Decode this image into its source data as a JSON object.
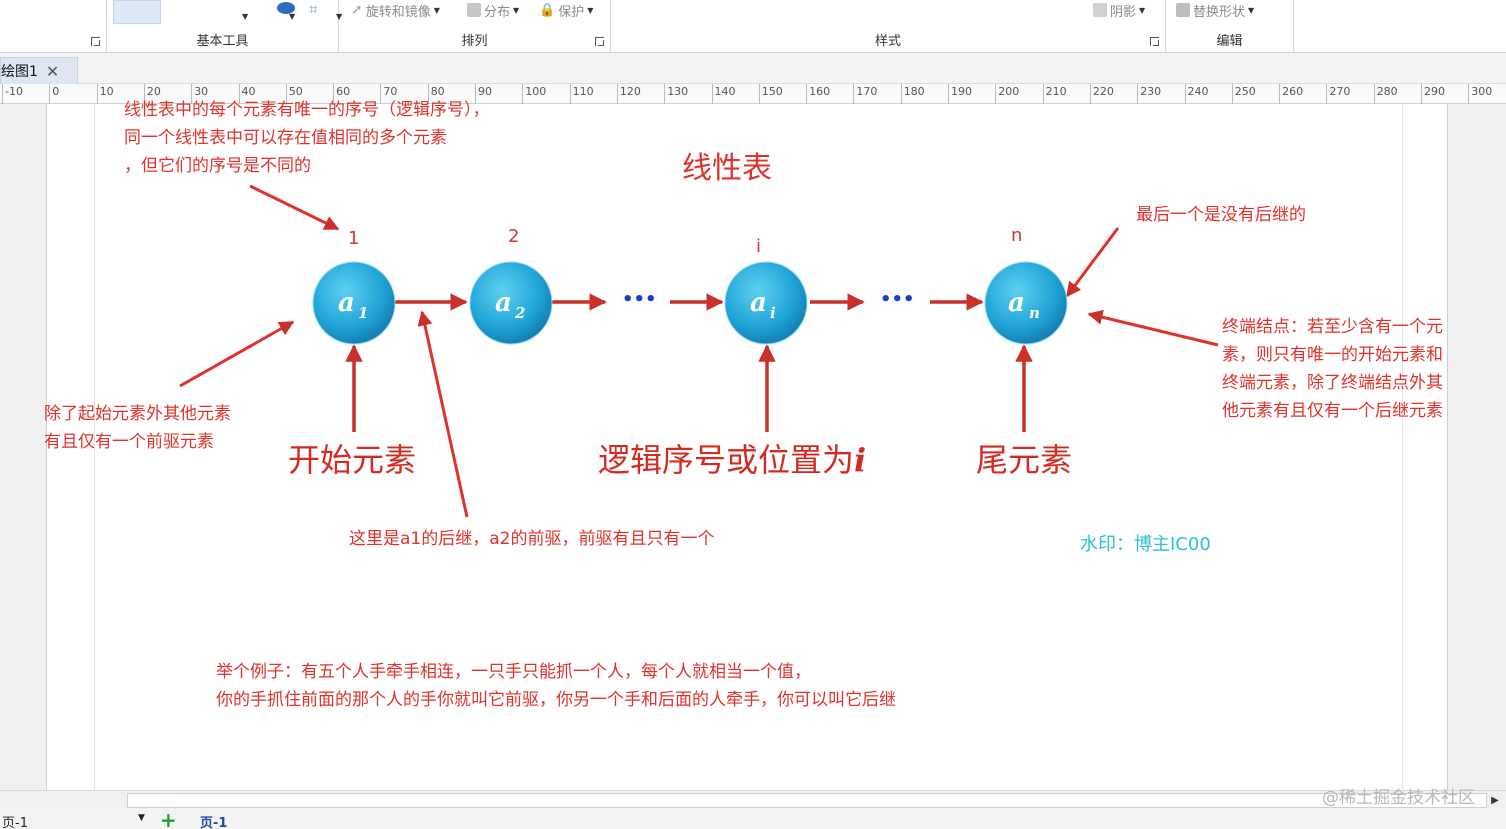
{
  "ribbon": {
    "groups": [
      {
        "label": "基本工具"
      },
      {
        "label": "排列"
      },
      {
        "label": "样式"
      },
      {
        "label": "编辑"
      }
    ],
    "buttons": {
      "rotate": "旋转和镜像",
      "distribute": "分布",
      "protect": "保护",
      "shadow": "阴影",
      "replace_shape": "替换形状"
    }
  },
  "tabs": {
    "document": "绘图1"
  },
  "ruler": {
    "labels": [
      "-10",
      "0",
      "10",
      "20",
      "30",
      "40",
      "50",
      "60",
      "70",
      "80",
      "90",
      "100",
      "110",
      "120",
      "130",
      "140",
      "150",
      "160",
      "170",
      "180",
      "190",
      "200",
      "210",
      "220",
      "230",
      "240",
      "250",
      "260",
      "270",
      "280",
      "290",
      "300"
    ]
  },
  "diagram": {
    "title": "线性表",
    "note_top": [
      "线性表中的每个元素有唯一的序号（逻辑序号），",
      "同一个线性表中可以存在值相同的多个元素",
      "，但它们的序号是不同的"
    ],
    "indices": {
      "first": "1",
      "second": "2",
      "ith": "i",
      "last": "n"
    },
    "nodes": [
      {
        "base": "a",
        "sub": "1"
      },
      {
        "base": "a",
        "sub": "2"
      },
      {
        "base": "a",
        "sub": "i"
      },
      {
        "base": "a",
        "sub": "n"
      }
    ],
    "dots": "•••",
    "note_last": "最后一个是没有后继的",
    "note_terminal": [
      "终端结点：若至少含有一个元",
      "素，则只有唯一的开始元素和",
      "终端元素，除了终端结点外其",
      "他元素有且仅有一个后继元素"
    ],
    "note_predecessor": [
      "除了起始元素外其他元素",
      "有且仅有一个前驱元素"
    ],
    "label_start": "开始元素",
    "label_position": "逻辑序号或位置为",
    "label_position_var": "i",
    "label_tail": "尾元素",
    "note_succ": "这里是a1的后继，a2的前驱，前驱有且只有一个",
    "watermark": "水印：博主IC00",
    "example": [
      "举个例子：有五个人手牵手相连，一只手只能抓一个人，每个人就相当一个值，",
      "你的手抓住前面的那个人的手你就叫它前驱，你另一个手和后面的人牵手，你可以叫它后继"
    ]
  },
  "status": {
    "page_selector": "页-1",
    "page_tab": "页-1",
    "site_watermark": "@稀土掘金技术社区"
  },
  "colors": {
    "node_fill": "#2aa8d8",
    "arrow": "#c9302c",
    "dots": "#1a3fbf"
  }
}
